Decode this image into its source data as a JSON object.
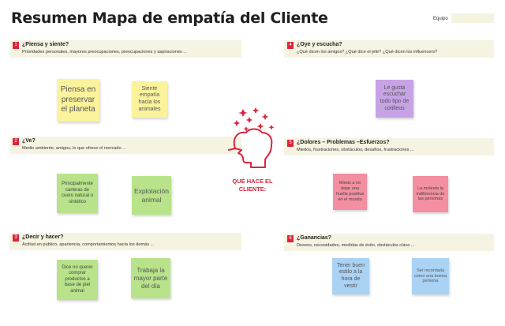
{
  "header": {
    "title": "Resumen Mapa de empatía del Cliente",
    "team_label": "Equipo"
  },
  "colors": {
    "accent": "#d9263c",
    "header_bg": "#f6f3e2",
    "yellow": "#fbf39c",
    "green": "#b8e38a",
    "purple": "#c7a3e6",
    "pink": "#f38fa0",
    "blue": "#a9d2f5"
  },
  "center": {
    "icon": "head-with-sparkles-icon",
    "label": "QUÉ HACE EL CLIENTE:"
  },
  "sections": [
    {
      "number": "1",
      "title": "¿Piensa y siente?",
      "subtitle": "Prioridades personales, mayores preocupaciones, preocupaciones y aspiraciones ...",
      "notes": [
        "Piensa en preservar el planeta",
        "Siente empatía hacia los animales"
      ]
    },
    {
      "number": "2",
      "title": "¿Ve?",
      "subtitle": "Medio ambiente, amigos, lo que ofrece el mercado ...",
      "notes": [
        "Principalmente carteras de cuero natural o sintético",
        "Explotación animal"
      ]
    },
    {
      "number": "3",
      "title": "¿Decir y hacer?",
      "subtitle": "Actitud en público, apariencia, comportamientos hacia los demás ...",
      "notes": [
        "Dice no querer comprar productos a base de piel animal",
        "Trabaja la mayor parte del día"
      ]
    },
    {
      "number": "4",
      "title": "¿Oye y escucha?",
      "subtitle": "¿Qué dicen los amigos? ¿Qué dice el jefe? ¿Qué dicen los influencers?",
      "notes": [
        "Le gusta escuchar todo tipo de cotilleos"
      ]
    },
    {
      "number": "5",
      "title": "¿Dolores – Problemas –Esfuerzos?",
      "subtitle": "Miedos, frustraciones, obstáculos, desafíos, frustraciones ...",
      "notes": [
        "Miedo a no dejar una huella positiva en el mundo",
        "La molesta la indiferencia de las personas"
      ]
    },
    {
      "number": "6",
      "title": "¿Ganancias?",
      "subtitle": "Deseos, necesidades, medidas de éxito, obstáculos clave ...",
      "notes": [
        "Tener buen estilo a la hora de vestir",
        "Ser recordada como una buena persona"
      ]
    }
  ]
}
